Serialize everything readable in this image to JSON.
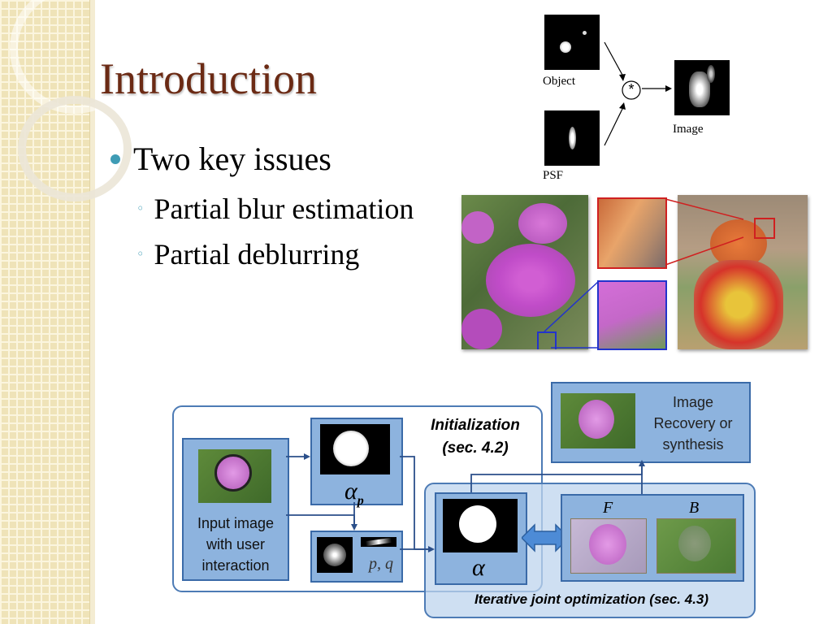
{
  "slide": {
    "title": "Introduction",
    "bullet": "Two key issues",
    "sub_bullets": [
      "Partial blur estimation",
      "Partial deblurring"
    ]
  },
  "conv_figure": {
    "object_label": "Object",
    "psf_label": "PSF",
    "image_label": "Image",
    "operator": "*"
  },
  "pipeline": {
    "input_label": "Input image\nwith user\ninteraction",
    "init_label": "Initialization\n(sec. 4.2)",
    "alpha_p_label": "α",
    "alpha_p_sub": "p",
    "pq_label": "p, q",
    "alpha_label": "α",
    "f_label": "F",
    "b_label": "B",
    "recovery_label": "Image\nRecovery or\nsynthesis",
    "iterative_label": "Iterative joint optimization (sec. 4.3)"
  },
  "colors": {
    "title": "#6b2a14",
    "bullet": "#3f9cb5",
    "panel_blue": "#8db3de",
    "panel_border": "#3a6aa8"
  }
}
